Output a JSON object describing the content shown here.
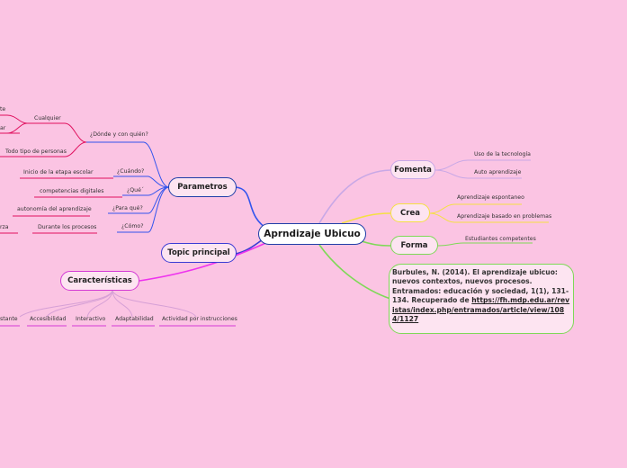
{
  "center": "Aprndizaje Ubicuo",
  "branches": {
    "parametros": {
      "label": "Parametros",
      "items": [
        {
          "q": "¿Dónde y con quién?",
          "children": [
            "Cualquier",
            "Todo tipo de personas"
          ]
        },
        {
          "q": "¿Cuándo?",
          "answer": "Inicio de la etapa escolar"
        },
        {
          "q": "¿Qué´",
          "answer": "competencias digitales"
        },
        {
          "q": "¿Para qué?",
          "answer": "autonomía del aprendizaje"
        },
        {
          "q": "¿Cómo?",
          "answer": "Durante los procesos"
        }
      ],
      "cut_labels": [
        "te",
        "ar",
        "rza"
      ]
    },
    "topic": {
      "label": "Topic principal"
    },
    "caracteristicas": {
      "label": "Características",
      "items": [
        "stante",
        "Accesibilidad",
        "Interactivo",
        "Adaptabilidad",
        "Actividad por instrucciones"
      ]
    },
    "fomenta": {
      "label": "Fomenta",
      "items": [
        "Uso de la tecnología",
        "Auto aprendizaje"
      ]
    },
    "crea": {
      "label": "Crea",
      "items": [
        "Aprendizaje espontaneo",
        "Aprendizaje basado en problemas"
      ]
    },
    "forma": {
      "label": "Forma",
      "items": [
        "Estudiantes competentes"
      ]
    }
  },
  "reference": {
    "text": "Burbules, N. (2014). El aprendizaje ubicuo: nuevos contextos, nuevos procesos. Entramados: educación y sociedad, 1(1), 131-134. Recuperado de",
    "url": "https://fh.mdp.edu.ar/revistas/index.php/entramados/article/view/1084/1127"
  },
  "colors": {
    "background": "#fbc4e3",
    "parametros": "#1f3ea8",
    "topic": "#3b3bd4",
    "caracteristicas": "#d43ad4",
    "fomenta": "#c8a8e6",
    "crea": "#f5e043",
    "forma": "#7ed957"
  }
}
